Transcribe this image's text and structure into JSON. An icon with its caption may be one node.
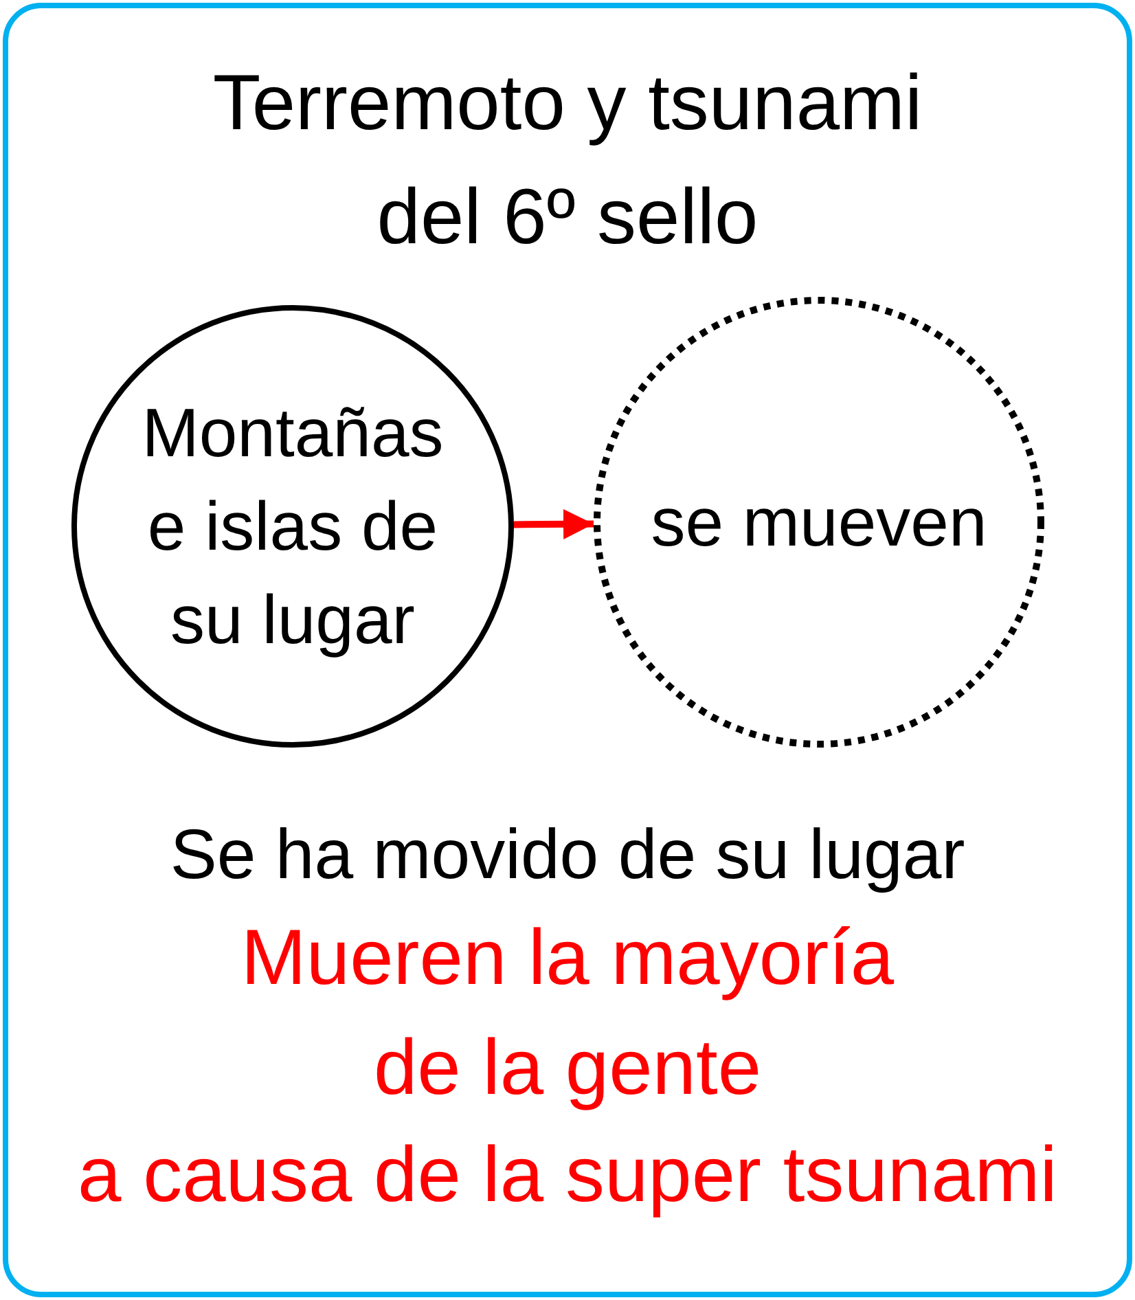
{
  "diagram": {
    "title": "Terremoto y tsunami del 6º sello",
    "nodes": [
      {
        "text": [
          "Montañas e islas de su lugar"
        ]
      },
      {
        "text": [
          "se mueven"
        ]
      }
    ],
    "edges": [
      {
        "from": 0,
        "to": 1,
        "arrow": "to",
        "color": "#ff0000"
      }
    ],
    "labels": [
      "Se ha movido de su lugar",
      "Mueren la mayoría",
      "de la gente",
      "a causa de la super tsunami"
    ]
  }
}
